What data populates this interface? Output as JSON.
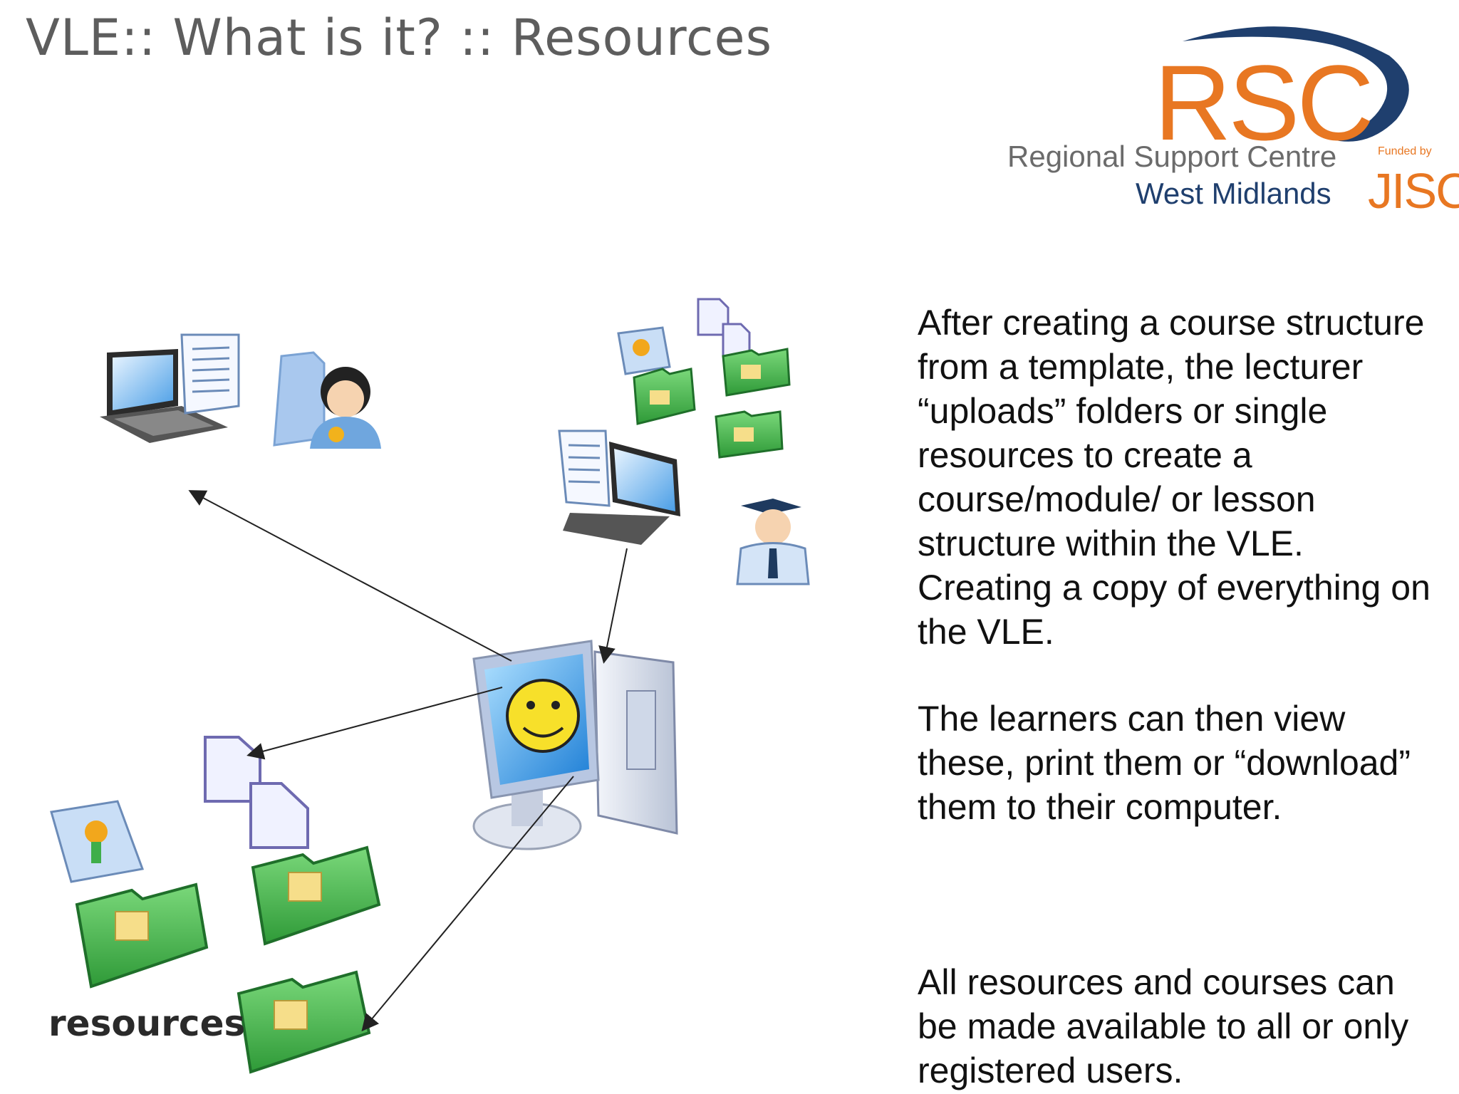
{
  "slide": {
    "title": "VLE:: What is it? :: Resources"
  },
  "logo": {
    "rsc": "RSC",
    "line1": "Regional Support Centre",
    "line2": "West Midlands",
    "funded_by": "Funded by",
    "jisc": "JISC"
  },
  "diagram": {
    "resources_label": "resources"
  },
  "text": {
    "paragraph1": "After creating a course structure from a template, the lecturer “uploads” folders or single resources to create a course/module/ or lesson structure within the VLE. Creating a copy of everything on the VLE.",
    "paragraph2": "The learners can then view these, print them or “download” them to their computer.",
    "paragraph3": "All resources and courses can be made available to all or only registered users."
  },
  "colors": {
    "title": "#5d5d5d",
    "rsc_orange": "#e87722",
    "rsc_navy": "#1f3f6e",
    "folder_green": "#3fae4a"
  }
}
